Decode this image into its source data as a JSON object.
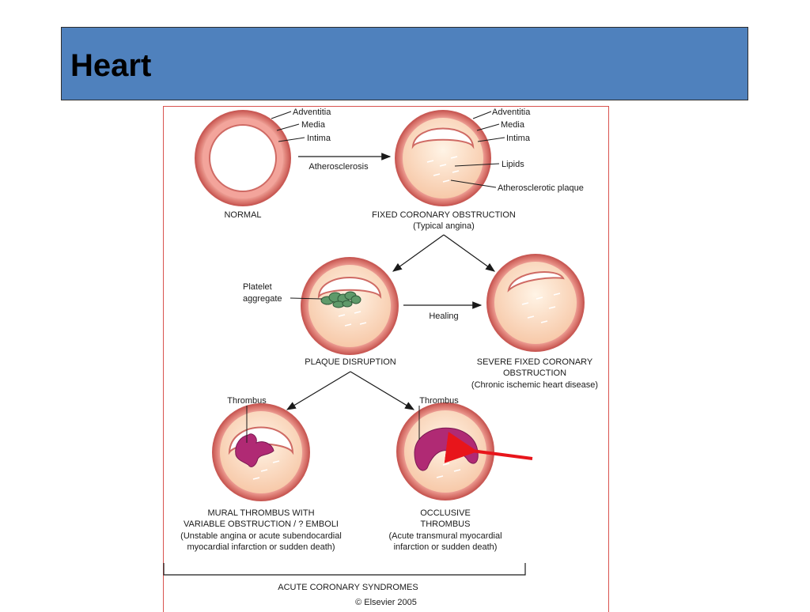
{
  "slide": {
    "title": "Heart",
    "colors": {
      "title_bar": "#4f81bd",
      "arrow": "#e8151b",
      "thrombus": "#b02a74",
      "platelet": "#5f9a6a"
    }
  },
  "diagram": {
    "normal": {
      "caption": "NORMAL",
      "labels": [
        "Adventitia",
        "Media",
        "Intima"
      ]
    },
    "arrow_label": "Atherosclerosis",
    "fixed": {
      "labels": [
        "Adventitia",
        "Media",
        "Intima",
        "Lipids",
        "Atherosclerotic plaque"
      ],
      "caption_lines": [
        "FIXED CORONARY OBSTRUCTION",
        "(Typical angina)"
      ]
    },
    "plaque_disruption": {
      "label_lines": [
        "Platelet",
        "aggregate"
      ],
      "caption": "PLAQUE DISRUPTION"
    },
    "healing_label": "Healing",
    "severe": {
      "caption_lines": [
        "SEVERE FIXED CORONARY",
        "OBSTRUCTION",
        "(Chronic ischemic heart disease)"
      ]
    },
    "mural": {
      "label": "Thrombus",
      "caption_lines": [
        "MURAL THROMBUS WITH",
        "VARIABLE OBSTRUCTION / ? EMBOLI",
        "(Unstable angina or acute subendocardial",
        "myocardial infarction or sudden death)"
      ]
    },
    "occlusive": {
      "label": "Thrombus",
      "caption_lines": [
        "OCCLUSIVE",
        "THROMBUS",
        "(Acute transmural myocardial",
        "infarction or sudden death)"
      ]
    },
    "footer": "ACUTE CORONARY SYNDROMES",
    "copyright": "© Elsevier 2005"
  }
}
